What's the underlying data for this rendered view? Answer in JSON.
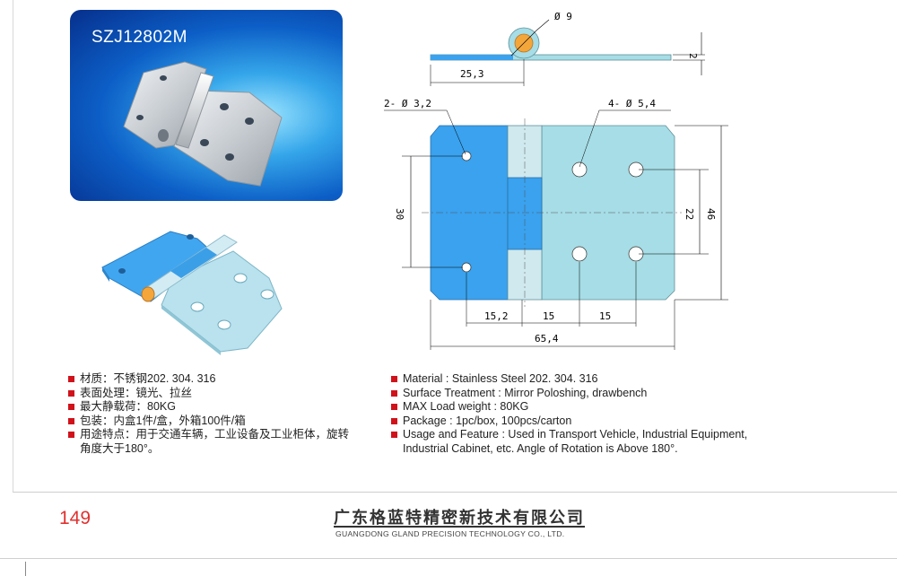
{
  "product": {
    "model": "SZJ12802M"
  },
  "dimensions": {
    "pin_diameter": "Ø 9",
    "thickness": "2",
    "pin_offset": "25,3",
    "small_holes": "2- Ø 3,2",
    "large_holes": "4- Ø 5,4",
    "small_hole_spacing": "30",
    "large_hole_spacing": "22",
    "height": "46",
    "x_dim_1": "15,2",
    "x_dim_2": "15",
    "x_dim_3": "15",
    "width": "65,4"
  },
  "specs_cn": [
    "材质：不锈钢202. 304. 316",
    "表面处理：镜光、拉丝",
    "最大静载荷：80KG",
    "包装：内盒1件/盒，外箱100件/箱",
    "用途特点：用于交通车辆，工业设备及工业柜体，旋转角度大于180°。"
  ],
  "specs_en": [
    "Material : Stainless Steel 202. 304. 316",
    "Surface Treatment : Mirror Poloshing, drawbench",
    "MAX Load weight : 80KG",
    "Package : 1pc/box,  100pcs/carton",
    "Usage and Feature : Used in Transport Vehicle, Industrial Equipment, Industrial Cabinet, etc. Angle of Rotation is Above 180°."
  ],
  "footer": {
    "page_number": "149",
    "company_cn": "广东格蓝特精密新技术有限公司",
    "company_en": "GUANGDONG GLAND PRECISION TECHNOLOGY CO., LTD."
  },
  "colors": {
    "accent_red": "#d0121b",
    "leaf_blue": "#3aa2ee",
    "leaf_cyan": "#a6dde6"
  }
}
